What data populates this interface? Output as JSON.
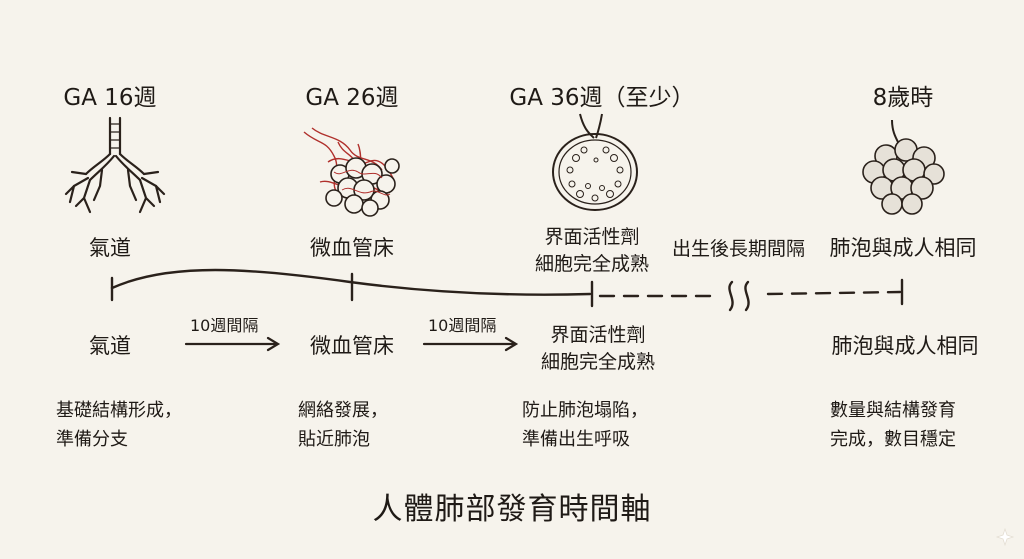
{
  "title": "人體肺部發育時間軸",
  "colors": {
    "ink": "#2a211b",
    "vessel": "#b0302c",
    "background": "#f6f3ec"
  },
  "stages": [
    {
      "time": "GA 16週",
      "upper_label": "氣道",
      "lower_label": "氣道",
      "desc_line1": "基礎結構形成，",
      "desc_line2": "準備分支",
      "icon": "airway-tree-icon"
    },
    {
      "time": "GA 26週",
      "upper_label": "微血管床",
      "lower_label": "微血管床",
      "desc_line1": "網絡發展，",
      "desc_line2": "貼近肺泡",
      "icon": "capillary-bed-icon"
    },
    {
      "time": "GA 36週（至少）",
      "upper_label_line1": "界面活性劑",
      "upper_label_line2": "細胞完全成熟",
      "lower_label_line1": "界面活性劑",
      "lower_label_line2": "細胞完全成熟",
      "desc_line1": "防止肺泡塌陷，",
      "desc_line2": "準備出生呼吸",
      "icon": "surfactant-alveolus-icon"
    },
    {
      "time": "8歲時",
      "upper_label": "肺泡與成人相同",
      "lower_label": "肺泡與成人相同",
      "desc_line1": "數量與結構發育",
      "desc_line2": "完成，數目穩定",
      "icon": "alveoli-cluster-icon"
    }
  ],
  "intervals": [
    "10週間隔",
    "10週間隔"
  ],
  "gap_label": "出生後長期間隔"
}
